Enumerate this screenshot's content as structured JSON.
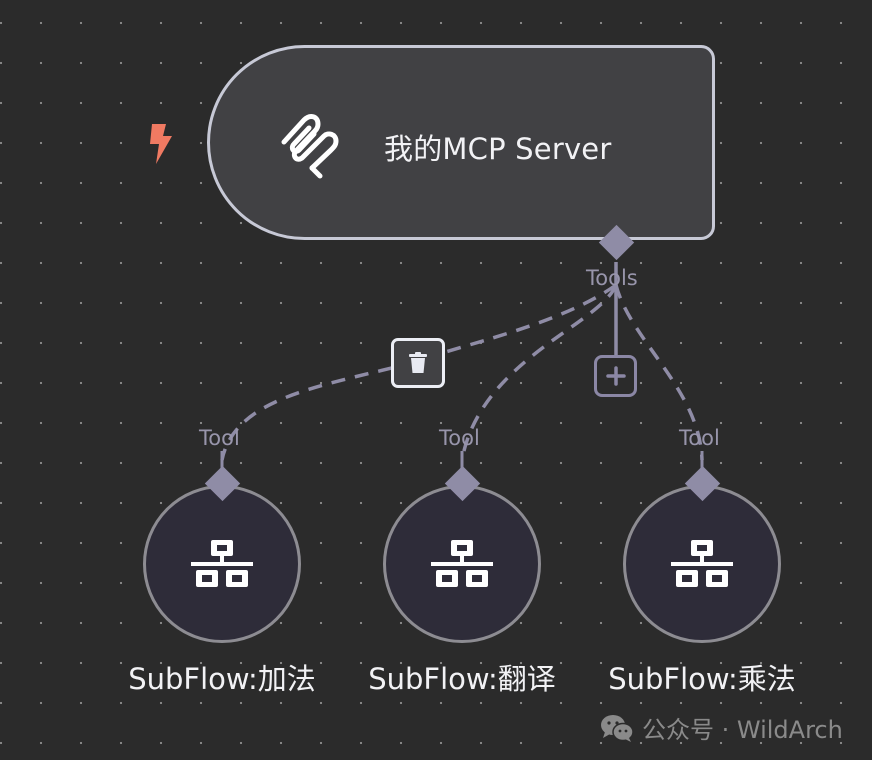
{
  "server_node": {
    "title": "我的MCP Server",
    "icon": "mcp-icon",
    "trigger_icon": "lightning-bolt-icon",
    "output_handle_label": "Tools"
  },
  "edge_controls": {
    "delete_icon": "trash-icon",
    "add_icon": "plus-icon"
  },
  "tool_nodes": [
    {
      "label": "SubFlow:加法",
      "handle_label": "Tool",
      "icon": "sitemap-icon"
    },
    {
      "label": "SubFlow:翻译",
      "handle_label": "Tool",
      "icon": "sitemap-icon"
    },
    {
      "label": "SubFlow:乘法",
      "handle_label": "Tool",
      "icon": "sitemap-icon"
    }
  ],
  "watermark": {
    "icon": "wechat-icon",
    "text": "公众号 · WildArch"
  },
  "colors": {
    "background": "#2b2b2b",
    "trigger": "#f07a62",
    "edge": "#8f8ca6",
    "node_border": "#c7c9d6"
  }
}
